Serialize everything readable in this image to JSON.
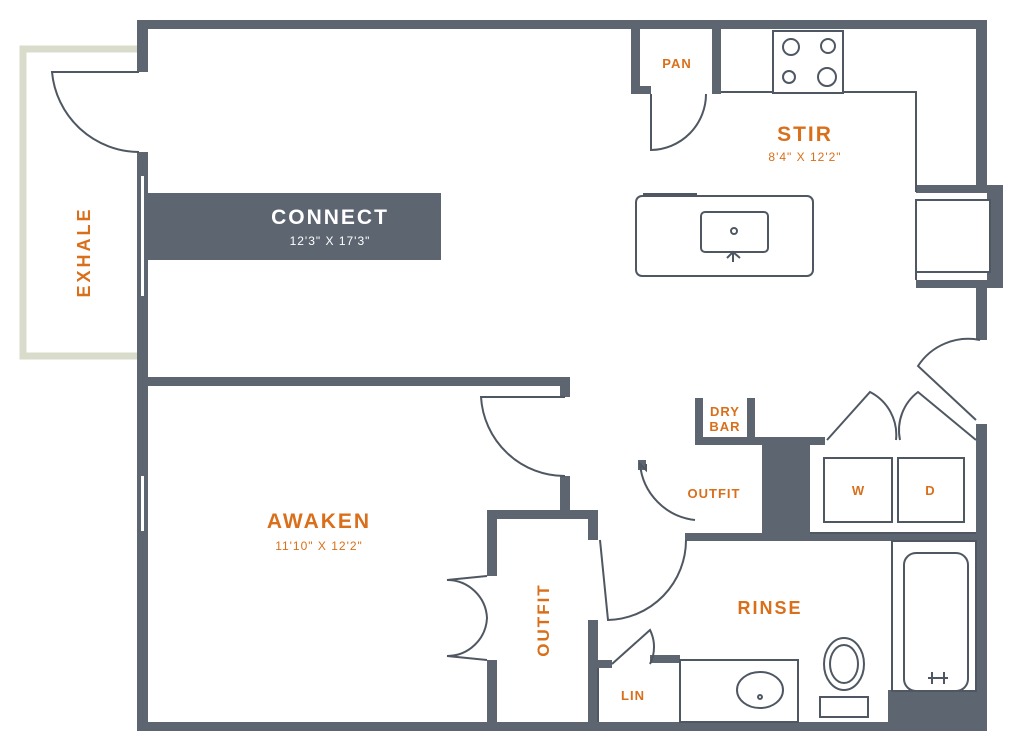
{
  "rooms": {
    "connect": {
      "name": "CONNECT",
      "dims": "12'3\" X 17'3\""
    },
    "stir": {
      "name": "STIR",
      "dims": "8'4\" X 12'2\""
    },
    "awaken": {
      "name": "AWAKEN",
      "dims": "11'10\" X 12'2\""
    },
    "rinse": {
      "name": "RINSE"
    },
    "exhale": {
      "name": "EXHALE"
    }
  },
  "labels": {
    "pan": "PAN",
    "dry_bar_1": "DRY",
    "dry_bar_2": "BAR",
    "outfit_hall": "OUTFIT",
    "outfit_bedroom": "OUTFIT",
    "washer": "W",
    "dryer": "D",
    "lin": "LIN"
  },
  "colors": {
    "wall": "#5d6670",
    "label": "#d96f1a",
    "balcony": "#d9dccb",
    "banner": "#5d6670"
  }
}
